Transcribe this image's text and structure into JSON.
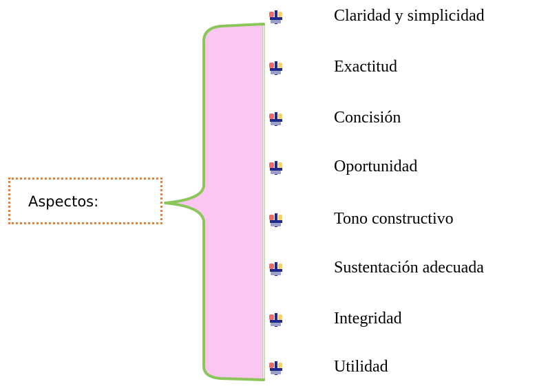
{
  "label": {
    "text": "Aspectos:"
  },
  "items": [
    {
      "text": "Claridad y simplicidad"
    },
    {
      "text": "Exactitud"
    },
    {
      "text": "Concisión"
    },
    {
      "text": "Oportunidad"
    },
    {
      "text": "Tono constructivo"
    },
    {
      "text": "Sustentación adecuada"
    },
    {
      "text": "Integridad"
    },
    {
      "text": "Utilidad"
    }
  ],
  "colors": {
    "brace_fill": "#fcc6f3",
    "brace_stroke": "#8cc65b",
    "label_border": "#ed7d31",
    "bullet_icon": "#1f2a8a"
  }
}
